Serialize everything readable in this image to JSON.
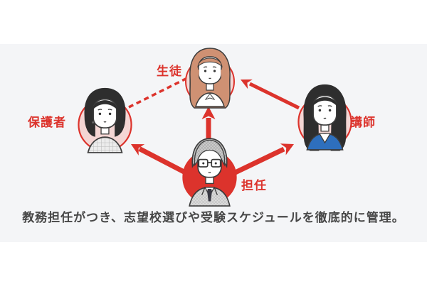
{
  "colors": {
    "accent_red": "#dc332c",
    "circle_pink": "#f4d6d4",
    "band_gray": "#f4f5f7",
    "caption_gray": "#474747",
    "blazer_blue": "#2e6fbd"
  },
  "diagram": {
    "nodes": [
      {
        "id": "student",
        "label": "生徒",
        "icon": "student-girl-avatar"
      },
      {
        "id": "guardian",
        "label": "保護者",
        "icon": "guardian-woman-avatar"
      },
      {
        "id": "instructor",
        "label": "講師",
        "icon": "instructor-woman-avatar"
      },
      {
        "id": "teacher",
        "label": "担任",
        "icon": "homeroom-teacher-man-avatar"
      }
    ],
    "edges": [
      {
        "from": "担任",
        "to": "生徒",
        "style": "solid-arrow"
      },
      {
        "from": "担任",
        "to": "保護者",
        "style": "solid-arrow"
      },
      {
        "from": "担任",
        "to": "講師",
        "style": "solid-arrow"
      },
      {
        "from": "講師",
        "to": "生徒",
        "style": "solid-arrow"
      },
      {
        "from": "保護者",
        "to": "生徒",
        "style": "dashed-line"
      }
    ]
  },
  "caption": {
    "text": "教務担任がつき、志望校選びや受験スケジュールを徹底的に管理。"
  }
}
